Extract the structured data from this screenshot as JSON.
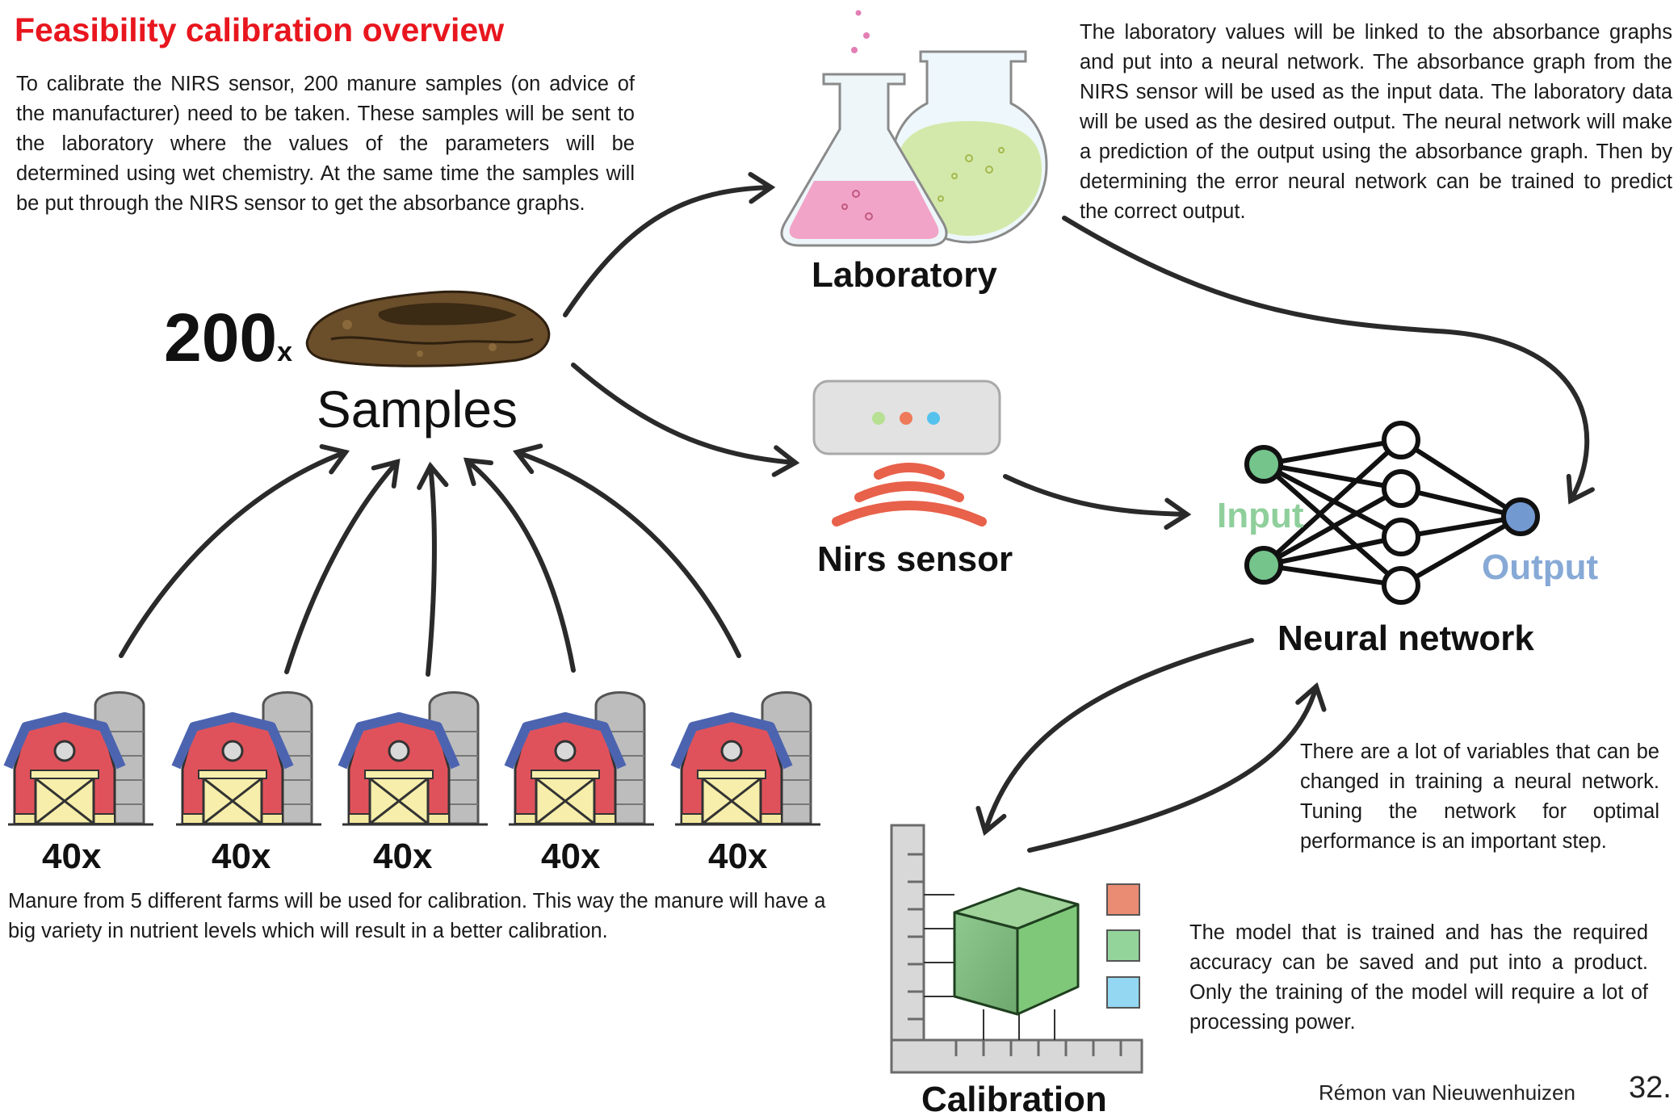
{
  "title": "Feasibility calibration overview",
  "paragraphs": {
    "sampling": "To calibrate the NIRS sensor, 200 manure samples (on advice of the manufacturer) need to be taken. These samples will be sent to the laboratory where the values of the parameters will be determined using wet chemistry. At the same time the samples will be put through the NIRS sensor to get the absorbance graphs.",
    "neural_network": "The laboratory values will be linked to the absorbance graphs and put into a neural network. The absorbance graph from the NIRS sensor will be used as the input data. The laboratory data will be used as the desired output. The neural network will make a prediction of the output using the absorbance graph. Then by determining the error neural network can be trained to predict the correct output.",
    "farms": "Manure from 5 different farms will be used for calibration. This way the manure will have a big variety in nutrient levels which will result in a better calibration.",
    "tuning": "There are a lot of variables that can be changed in training a neural network. Tuning the network for optimal performance is an important step.",
    "product": "The model that is trained and has the required accuracy can be saved and put into a product. Only the training of the model will require a lot of processing power."
  },
  "samples": {
    "count": "200",
    "suffix": "x",
    "label": "Samples"
  },
  "labels": {
    "laboratory": "Laboratory",
    "nirs_sensor": "Nirs sensor",
    "neural_network": "Neural network",
    "calibration": "Calibration",
    "input": "Input",
    "output": "Output"
  },
  "farms": [
    {
      "count": "40x"
    },
    {
      "count": "40x"
    },
    {
      "count": "40x"
    },
    {
      "count": "40x"
    },
    {
      "count": "40x"
    }
  ],
  "footer": {
    "author": "Rémon van Nieuwenhuizen",
    "page": "32."
  },
  "colors": {
    "title": "#e8161e",
    "input_node": "#74c48c",
    "output_node": "#7399d1",
    "sensor_waves": "#e8614a",
    "barn_red": "#e0525b",
    "barn_roof": "#4c64b0",
    "lab_pink": "#f2a4c8",
    "lab_green": "#cde6a4"
  }
}
